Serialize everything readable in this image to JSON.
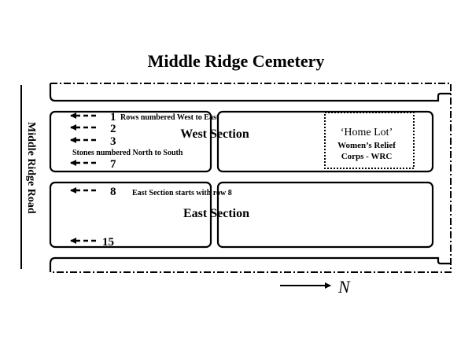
{
  "title": "Middle Ridge Cemetery",
  "road_label": "Middle Ridge Road",
  "west_section": {
    "label": "West Section",
    "rows_note": "Rows numbered West to East",
    "stones_note": "Stones numbered North to South",
    "rows": [
      "1",
      "2",
      "3",
      "7"
    ]
  },
  "east_section": {
    "label": "East Section",
    "start_note": "East Section starts with row 8",
    "rows": [
      "8",
      "15"
    ]
  },
  "home_lot": {
    "title": "‘Home Lot’",
    "line1": "Women’s Relief",
    "line2": "Corps - WRC"
  },
  "north_label": "N",
  "colors": {
    "ink": "#000000",
    "background": "#ffffff"
  }
}
